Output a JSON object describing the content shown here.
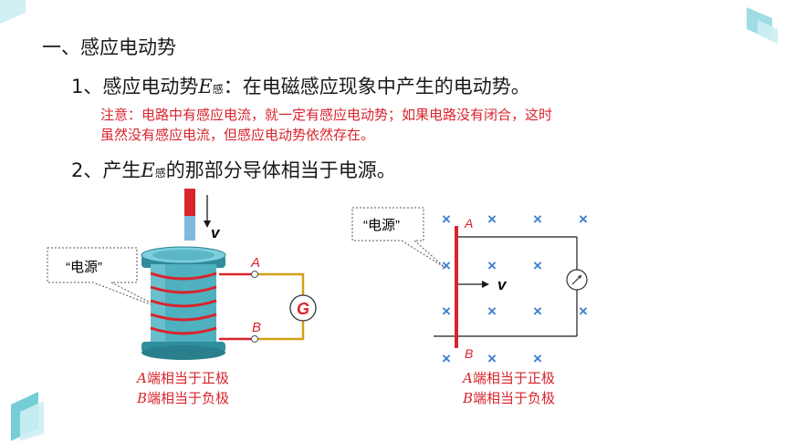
{
  "heading": "一、感应电动势",
  "item1": {
    "prefix": "1、感应电动势",
    "symbol": "E",
    "subscript": "感",
    "suffix": "：在电磁感应现象中产生的电动势。"
  },
  "note": {
    "line1": "注意：电路中有感应电流，就一定有感应电动势；如果电路没有闭合，这时",
    "line2": "虽然没有感应电流，但感应电动势依然存在。"
  },
  "item2": {
    "prefix": "2、产生",
    "symbol": "E",
    "subscript": "感",
    "suffix": "的那部分导体相当于电源。"
  },
  "left_figure": {
    "callout": "“电源”",
    "velocity_label": "v",
    "terminal_a": "A",
    "terminal_b": "B",
    "galvanometer_label": "G",
    "caption1_letter": "A",
    "caption1_text": "端相当于正极",
    "caption2_letter": "B",
    "caption2_text": "端相当于负极"
  },
  "right_figure": {
    "callout": "“电源”",
    "velocity_label": "v",
    "terminal_a": "A",
    "terminal_b": "B",
    "field_symbol": "×",
    "caption1_letter": "A",
    "caption1_text": "端相当于正极",
    "caption2_letter": "B",
    "caption2_text": "端相当于负极"
  },
  "colors": {
    "accent_red": "#d9242c",
    "coil_teal": "#4fb0c0",
    "wire_gold": "#d4a017",
    "cross_blue": "#3f7fd0",
    "deco_teal": "#5ec4cf"
  }
}
